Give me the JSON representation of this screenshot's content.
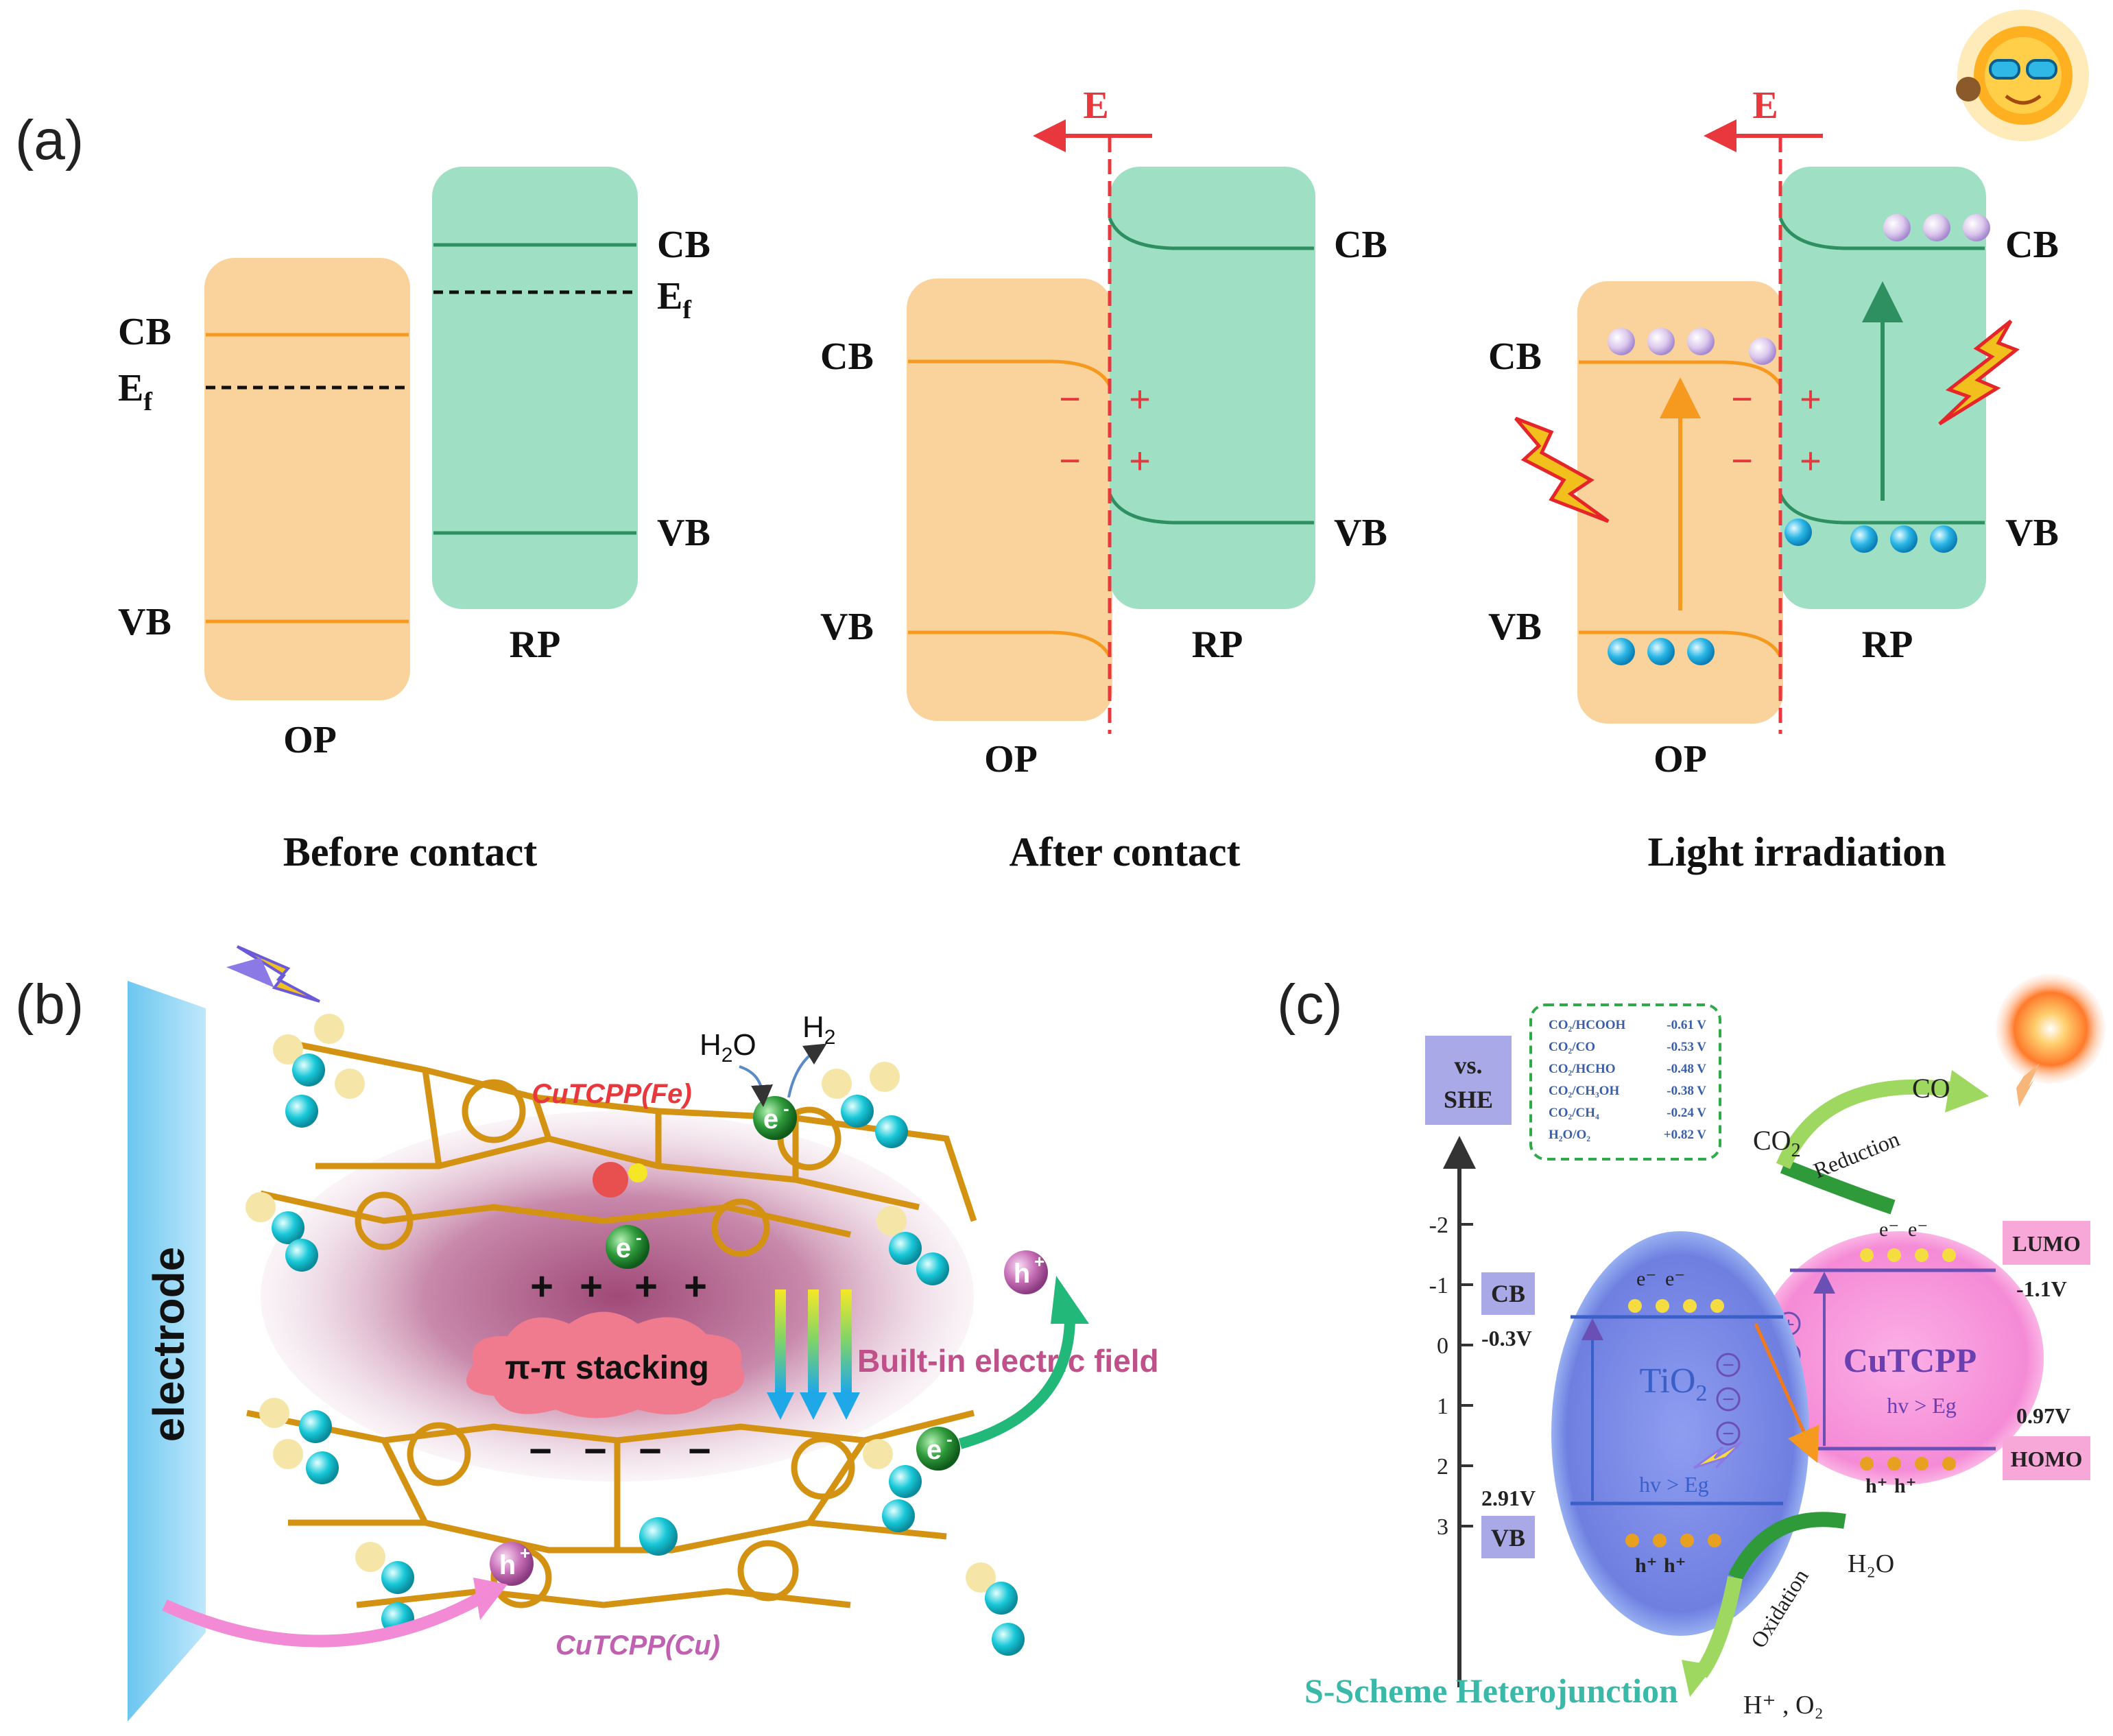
{
  "panel_labels": {
    "a": "(a)",
    "b": "(b)",
    "c": "(c)"
  },
  "panel_a": {
    "captions": [
      "Before contact",
      "After contact",
      "Light irradiation"
    ],
    "cb": "CB",
    "vb": "VB",
    "ef_main": "E",
    "ef_sub": "f",
    "op": "OP",
    "rp": "RP",
    "field": "E",
    "minus": "−",
    "plus": "+"
  },
  "panel_b": {
    "electrode": "electrode",
    "h2o_main": "H",
    "h2o_sub": "2",
    "h2o_tail": "O",
    "h2_main": "H",
    "h2_sub": "2",
    "fe_label": "CuTCPP(Fe)",
    "cu_label": "CuTCPP(Cu)",
    "pi_stack": "π-π stacking",
    "field": "Built-in electric field",
    "electron": "e",
    "electron_sup": "-",
    "hole": "h",
    "hole_sup": "+",
    "plus": "+",
    "minus": "−"
  },
  "panel_c": {
    "vs_she_1": "vs.",
    "vs_she_2": "SHE",
    "ticks": [
      "-2",
      "-1",
      "0",
      "1",
      "2",
      "3"
    ],
    "cb": "CB",
    "vb": "VB",
    "cb_pot": "-0.3V",
    "vb_pot": "2.91V",
    "tio2_main": "TiO",
    "tio2_sub": "2",
    "cutcpp": "CuTCPP",
    "hv_eg": "hv > Eg",
    "lumo": "LUMO",
    "homo": "HOMO",
    "lumo_pot": "-1.1V",
    "homo_pot": "0.97V",
    "co2_main": "CO",
    "co2_sub": "2",
    "co": "CO",
    "reduction": "Reduction",
    "oxidation": "Oxidation",
    "h2o": "H₂O",
    "products": "H⁺ , O₂",
    "title": "S-Scheme Heterojunction",
    "electron": "e⁻",
    "hole": "h⁺",
    "minus": "−",
    "plus": "+",
    "potentials": [
      {
        "couple": "CO₂/HCOOH",
        "value": "-0.61 V"
      },
      {
        "couple": "CO₂/CO",
        "value": "-0.53 V"
      },
      {
        "couple": "CO₂/HCHO",
        "value": "-0.48 V"
      },
      {
        "couple": "CO₂/CH₃OH",
        "value": "-0.38 V"
      },
      {
        "couple": "CO₂/CH₄",
        "value": "-0.24 V"
      },
      {
        "couple": "H₂O/O₂",
        "value": "+0.82 V"
      }
    ]
  },
  "colors": {
    "op_fill": "#fad39c",
    "op_line": "#f59a1e",
    "rp_fill": "#9fe0c4",
    "rp_line": "#2e8f60",
    "field_red": "#e8383d",
    "electron_purple": "#dcc8ec",
    "hole_blue": "#2ab6e6",
    "tio2_blue": "#6f7fe0",
    "cutcpp_pink": "#f58ad6",
    "label_box": "#a9a9e8",
    "legend_text": "#3a5fa8"
  }
}
